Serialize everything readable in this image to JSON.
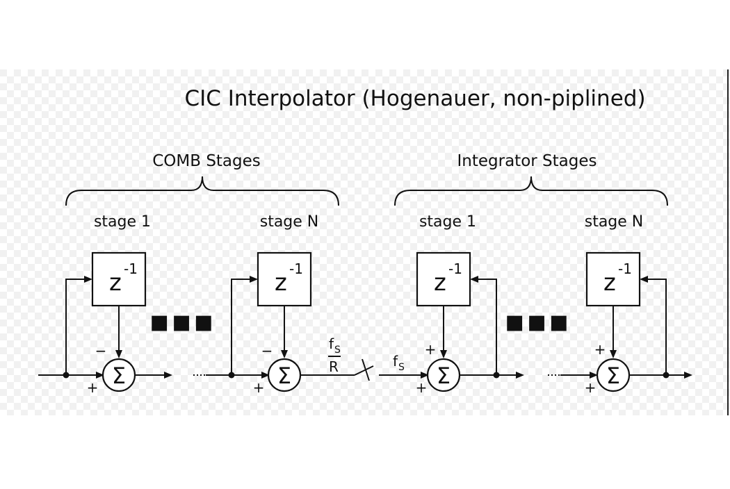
{
  "title": "CIC Interpolator (Hogenauer, non-piplined)",
  "groups": {
    "comb": "COMB Stages",
    "integrator": "Integrator Stages"
  },
  "stage_labels": {
    "comb_first": "stage 1",
    "comb_last": "stage N",
    "int_first": "stage 1",
    "int_last": "stage N"
  },
  "delay": {
    "base": "z",
    "exponent": "-1"
  },
  "sum_symbol": "Σ",
  "signs": {
    "minus": "−",
    "plus": "+"
  },
  "ellipsis": "▪▪▪",
  "upsampler": {
    "input_rate_f": "f",
    "input_rate_sub": "S",
    "input_rate_den": "R",
    "output_rate_f": "f",
    "output_rate_sub": "S"
  }
}
